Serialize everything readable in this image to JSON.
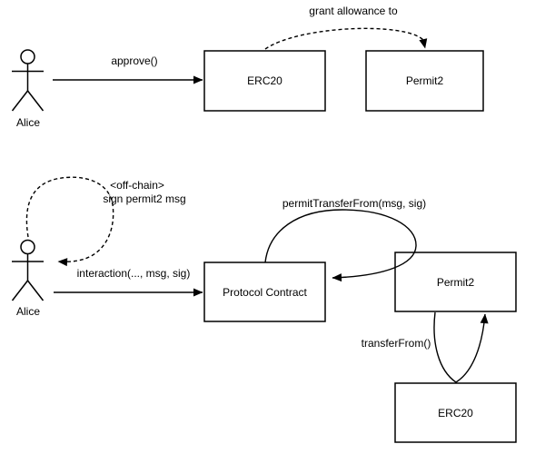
{
  "colors": {
    "background": "#ffffff",
    "line": "#000000",
    "text": "#000000",
    "box_fill": "#ffffff"
  },
  "top_flow": {
    "actor": {
      "label": "Alice"
    },
    "nodes": {
      "erc20": "ERC20",
      "permit2": "Permit2"
    },
    "arrows": {
      "approve": "approve()",
      "grant_allowance": "grant allowance to"
    }
  },
  "bottom_flow": {
    "actor": {
      "label": "Alice"
    },
    "nodes": {
      "protocol_contract": "Protocol Contract",
      "permit2": "Permit2",
      "erc20": "ERC20"
    },
    "arrows": {
      "offchain_line1": "<off-chain>",
      "offchain_line2": "sign permit2 msg",
      "interaction": "interaction(..., msg, sig)",
      "permit_transfer_from": "permitTransferFrom(msg, sig)",
      "transfer_from": "transferFrom()"
    }
  }
}
